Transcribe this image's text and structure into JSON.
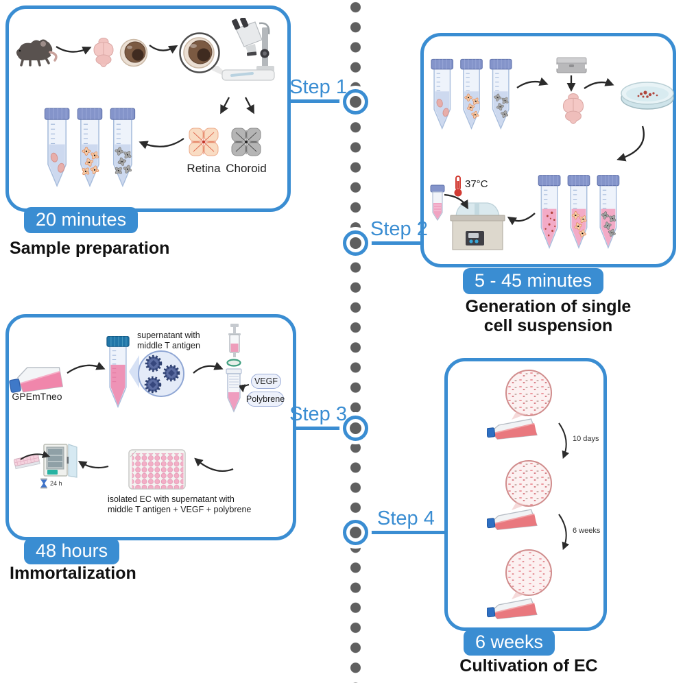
{
  "colors": {
    "accent_blue": "#3a8dd2",
    "dot_gray": "#5f5f5f",
    "badge_text": "#ffffff",
    "caption_text": "#111111"
  },
  "steps": [
    {
      "label": "Step 1"
    },
    {
      "label": "Step 2"
    },
    {
      "label": "Step 3"
    },
    {
      "label": "Step 4"
    }
  ],
  "panel1": {
    "badge": "20 minutes",
    "caption": "Sample preparation",
    "retina_label": "Retina",
    "choroid_label": "Choroid"
  },
  "panel2": {
    "badge": "5 - 45 minutes",
    "caption_line1": "Generation of single",
    "caption_line2": "cell suspension",
    "temperature_label": "37°C"
  },
  "panel3": {
    "badge": "48 hours",
    "caption": "Immortalization",
    "flask_label": "GPEmTneo",
    "supernatant_line1": "supernatant with",
    "supernatant_line2": "middle T antigen",
    "vegf_label": "VEGF",
    "polybrene_label": "Polybrene",
    "incubation_label": "24 h",
    "plate_caption_line1": "isolated EC with supernatant with",
    "plate_caption_line2": "middle T antigen + VEGF + polybrene"
  },
  "panel4": {
    "badge": "6 weeks",
    "caption": "Cultivation of EC",
    "passage1_label": "10 days",
    "passage2_label": "6 weeks"
  },
  "icons": {
    "mouse-icon": "dark gray lab mouse",
    "brain-icon": "pink mouse brain dorsal view",
    "eye-icon": "enucleated eye globe",
    "magnified-eye-icon": "eye in magnifier circle",
    "stereo-microscope-icon": "dissecting microscope",
    "falcon-tube-trio-icon": "three capped tubes with tissue",
    "retina-flatmount-icon": "peach four-petal flatmount",
    "choroid-flatmount-icon": "gray four-petal flatmount",
    "razor-blade-icon": "single edge razor blade",
    "petri-dish-icon": "dish with minced tissue",
    "water-bath-icon": "heated water bath",
    "thermometer-icon": "red thermometer",
    "culture-flask-icon": "tilted flask with pink medium",
    "virus-particles-icon": "retrovirus particles in magnifier",
    "syringe-icon": "syringe with filter",
    "collection-tube-icon": "tube with filtered supernatant",
    "well-plate-icon": "48-well plate with pink wells",
    "incubator-icon": "CO2 incubator with open door",
    "hourglass-icon": "blue hourglass",
    "cell-monolayer-icon": "magnified endothelial cells",
    "flow-arrow": "curved black arrow"
  }
}
